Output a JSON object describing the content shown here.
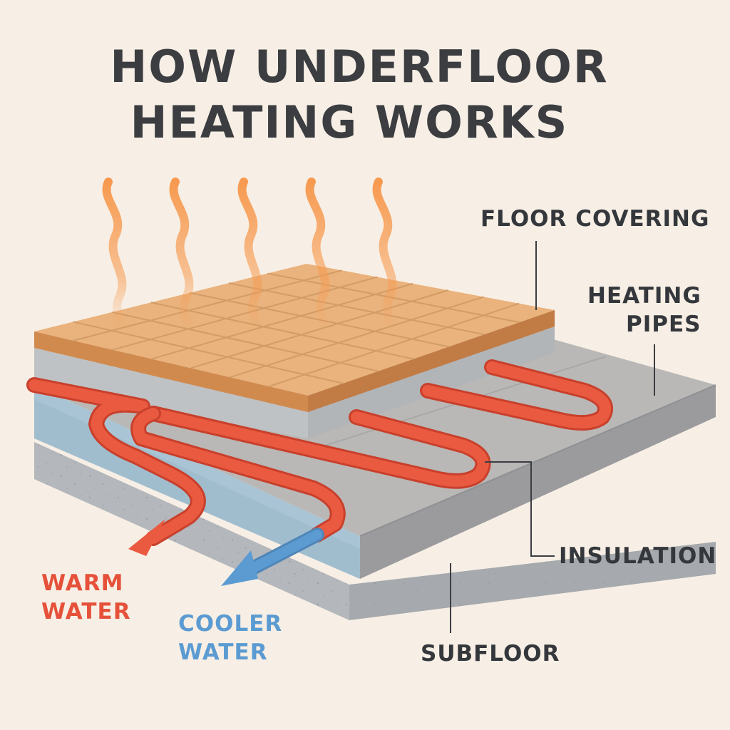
{
  "title": {
    "line1": "HOW UNDERFLOOR",
    "line2": "HEATING WORKS"
  },
  "labels": {
    "floor_covering": "FLOOR COVERING",
    "heating_pipes_line1": "HEATING",
    "heating_pipes_line2": "PIPES",
    "insulation": "INSULATION",
    "subfloor": "SUBFLOOR",
    "warm_water_line1": "WARM",
    "warm_water_line2": "WATER",
    "cooler_water_line1": "COOLER",
    "cooler_water_line2": "WATER"
  },
  "colors": {
    "background": "#f7efe5",
    "title_text": "#3b3d41",
    "warm_pipe": "#e5513a",
    "cool_pipe": "#5b9bd2",
    "tile": "#eab27c",
    "heat_wave": "#f79a50",
    "insulation": "#a9c4d4",
    "subfloor": "#b9bcc0"
  }
}
